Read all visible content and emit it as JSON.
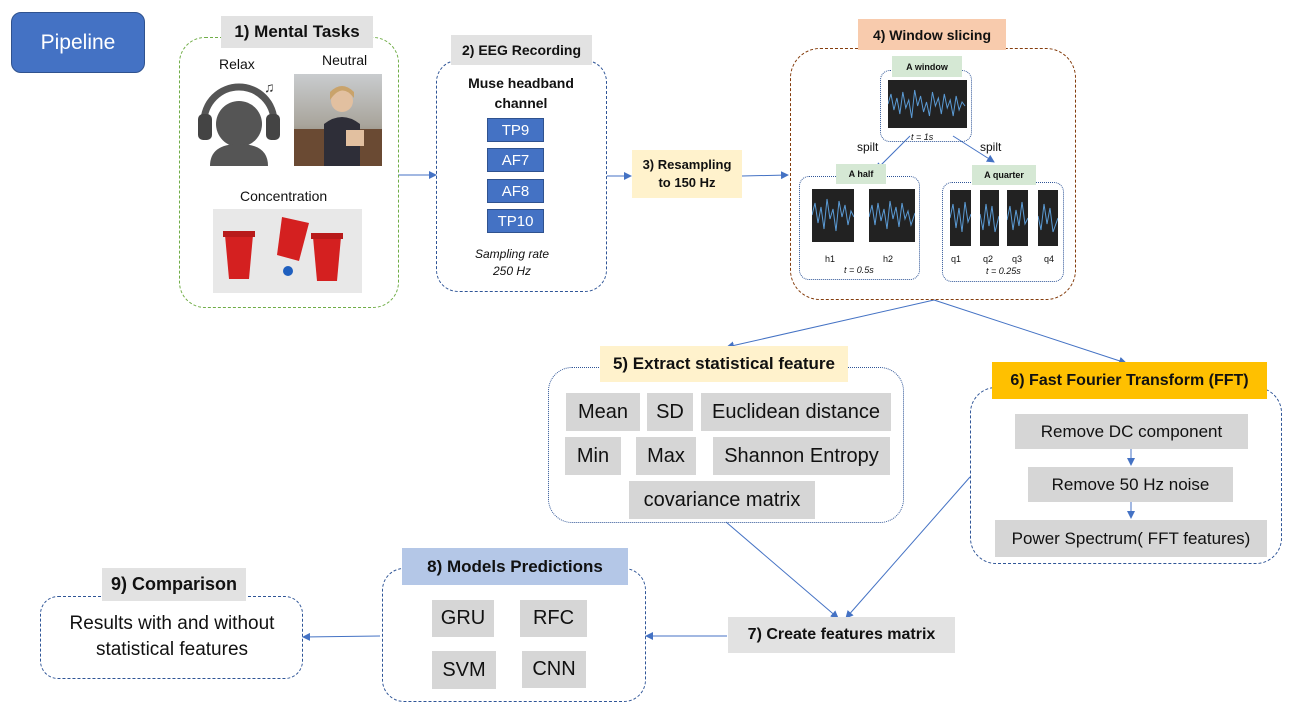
{
  "pipeline_label": "Pipeline",
  "colors": {
    "pipeline_bg": "#4472c4",
    "green_dash": "#70ad47",
    "blue_dash": "#2f5597",
    "brown_dash": "#843c0c",
    "arrow": "#4472c4",
    "orange_label": "#f8cbad",
    "yellow_label": "#fff2cc",
    "gold_label": "#ffc000",
    "blue_label": "#b4c7e7",
    "green_label": "#d5e8d4",
    "chip": "#d6d6d6",
    "channel": "#4472c4"
  },
  "step1": {
    "title": "1) Mental Tasks",
    "relax": "Relax",
    "neutral": "Neutral",
    "concentration": "Concentration"
  },
  "step2": {
    "title": "2) EEG Recording",
    "headband": "Muse headband channel",
    "channels": [
      "TP9",
      "AF7",
      "AF8",
      "TP10"
    ],
    "sampling_rate": "Sampling rate 250 Hz"
  },
  "step3": {
    "title": "3) Resampling to 150 Hz"
  },
  "step4": {
    "title": "4) Window slicing",
    "window": "A window",
    "window_t": "t = 1s",
    "split": "spilt",
    "half": "A half",
    "half_labels": [
      "h1",
      "h2"
    ],
    "half_t": "t = 0.5s",
    "quarter": "A quarter",
    "quarter_labels": [
      "q1",
      "q2",
      "q3",
      "q4"
    ],
    "quarter_t": "t = 0.25s"
  },
  "step5": {
    "title": "5) Extract statistical feature",
    "features": [
      "Mean",
      "SD",
      "Euclidean distance",
      "Min",
      "Max",
      "Shannon Entropy",
      "covariance matrix"
    ]
  },
  "step6": {
    "title": "6) Fast Fourier Transform (FFT)",
    "steps": [
      "Remove DC component",
      "Remove 50 Hz noise",
      "Power Spectrum( FFT features)"
    ]
  },
  "step7": {
    "title": "7) Create features matrix"
  },
  "step8": {
    "title": "8) Models Predictions",
    "models": [
      "GRU",
      "RFC",
      "SVM",
      "CNN"
    ]
  },
  "step9": {
    "title": "9) Comparison",
    "result": "Results with and without statistical features"
  }
}
